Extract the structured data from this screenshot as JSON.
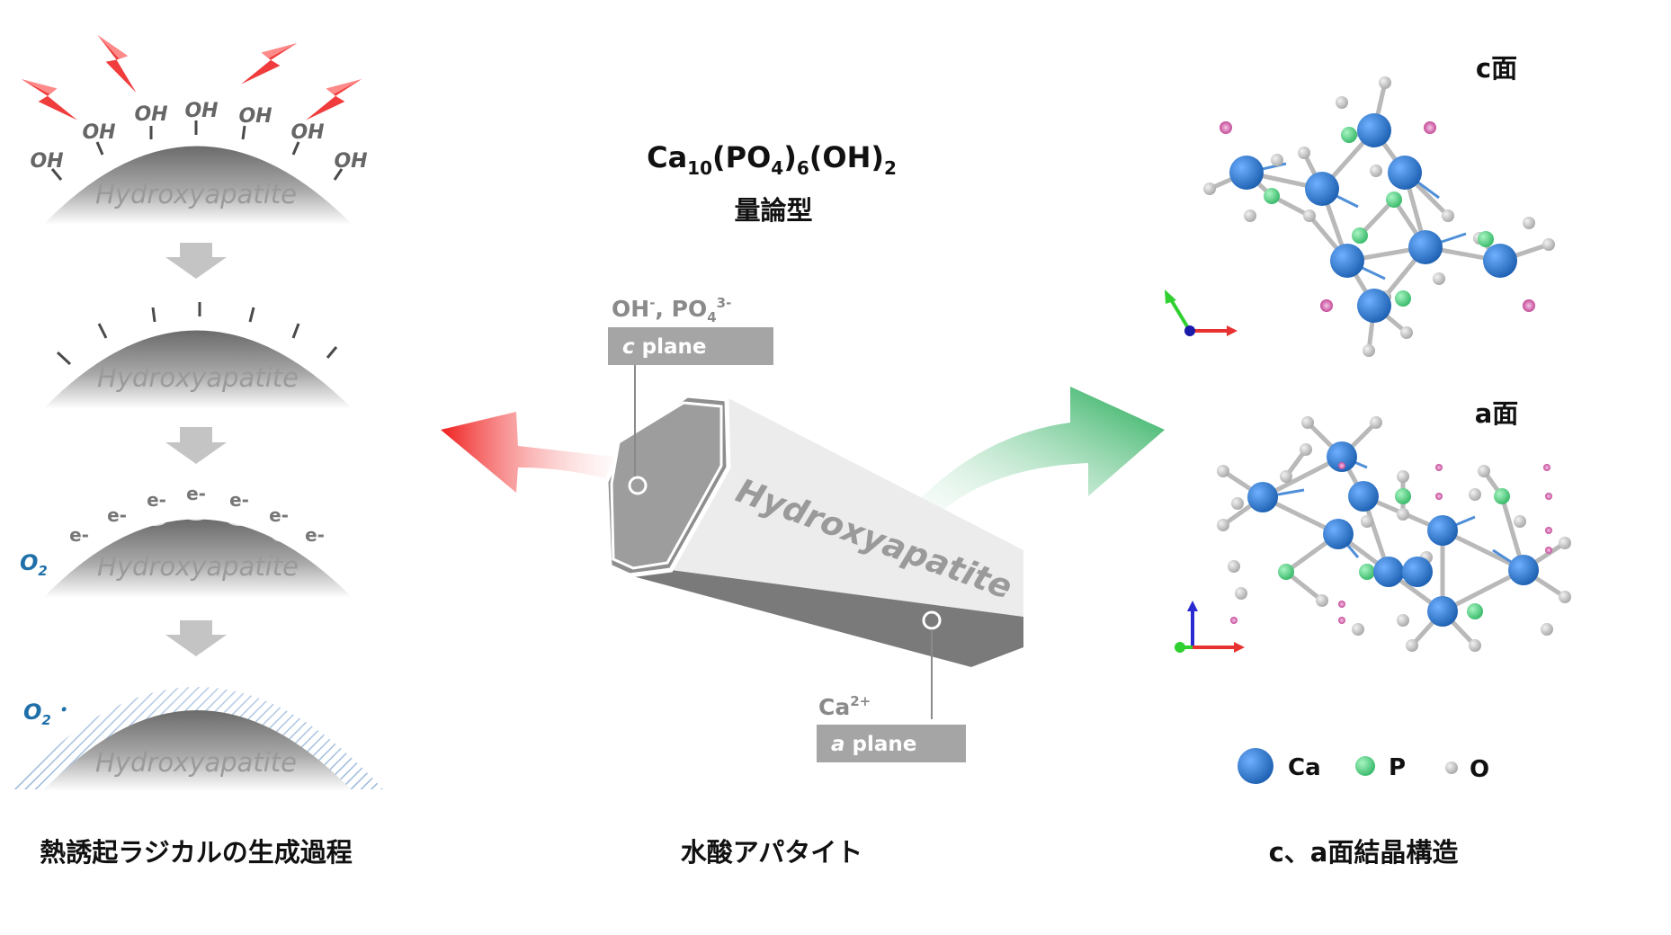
{
  "formula": {
    "base": "Ca",
    "s1": "10",
    "p1": "(PO",
    "s2": "4",
    "p2": ")",
    "s3": "6",
    "p3": "(OH)",
    "s4": "2"
  },
  "stoichiometric_label": "量論型",
  "left_panel": {
    "hydroxyapatite": "Hydroxyapatite",
    "oh": "OH",
    "electron": "e-",
    "o2": "O",
    "o2_sub": "2",
    "radical_dot": "･",
    "caption": "熱誘起ラジカルの生成過程"
  },
  "center_panel": {
    "crystal_text": "Hydroxyapatite",
    "c_plane_ions_a": "OH",
    "c_plane_ions_sup": "-",
    "c_plane_ions_b": ", PO",
    "c_plane_ions_sub": "4",
    "c_plane_ions_sup2": "3-",
    "c_plane_italic": "c",
    "c_plane_rest": " plane",
    "a_plane_ion": "Ca",
    "a_plane_ion_sup": "2+",
    "a_plane_italic": "a",
    "a_plane_rest": " plane",
    "caption": "水酸アパタイト"
  },
  "right_panel": {
    "c_face_label": "c面",
    "a_face_label": "a面",
    "legend": [
      {
        "label": "Ca",
        "color": "#2b74c9"
      },
      {
        "label": "P",
        "color": "#4fcf7f"
      },
      {
        "label": "O",
        "color": "#bdbdbd"
      }
    ],
    "caption": "c、a面結晶構造"
  },
  "colors": {
    "red_arrow": "#f01e1e",
    "green_arrow": "#1aa850",
    "ca_atom": "#2b74c9",
    "p_atom": "#4fcf7f",
    "o_atom": "#c4c4c4",
    "o2_text": "#1f6fa8"
  }
}
